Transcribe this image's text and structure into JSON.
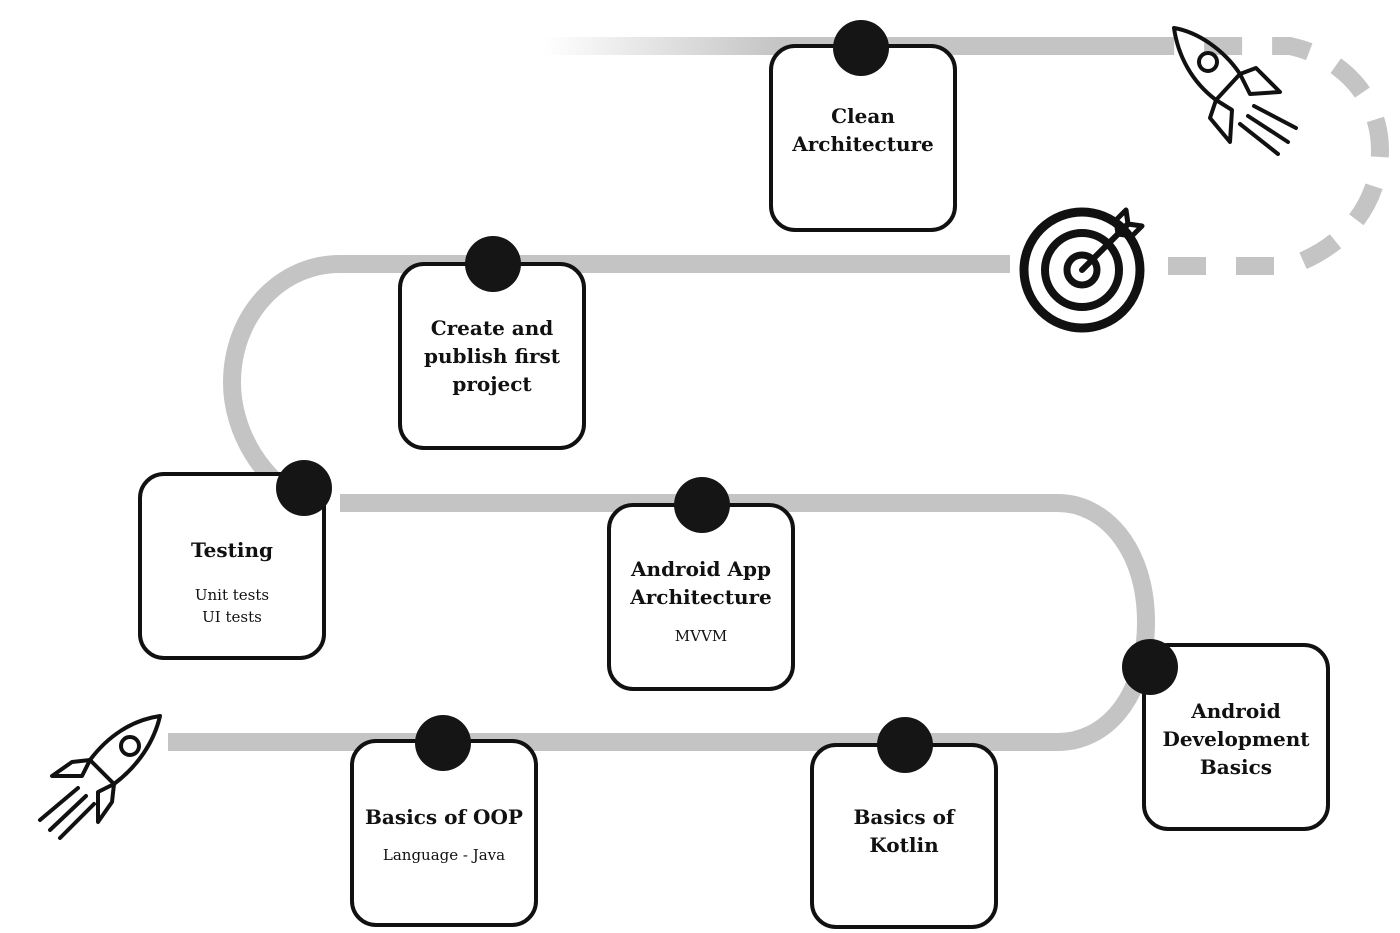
{
  "milestones": [
    {
      "title": "Basics of OOP",
      "subtitle": "Language - Java"
    },
    {
      "title": "Basics of\nKotlin",
      "subtitle": ""
    },
    {
      "title": "Android\nDevelopment\nBasics",
      "subtitle": ""
    },
    {
      "title": "Android App\nArchitecture",
      "subtitle": "MVVM"
    },
    {
      "title": "Testing",
      "subtitle": "Unit tests\nUI tests"
    },
    {
      "title": "Create and\npublish first\nproject",
      "subtitle": ""
    },
    {
      "title": "Clean\nArchitecture",
      "subtitle": ""
    }
  ],
  "icons": {
    "start": "rocket-icon",
    "goal": "target-icon",
    "end": "rocket-icon"
  },
  "colors": {
    "road": "#c4c4c4",
    "border": "#111111",
    "pin": "#151515"
  }
}
